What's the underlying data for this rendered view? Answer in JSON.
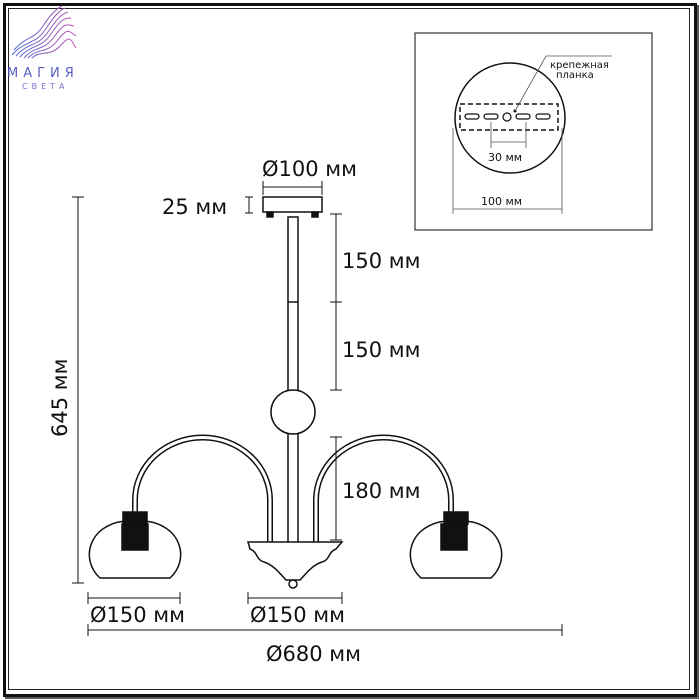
{
  "logo": {
    "line1": "МАГИЯ",
    "line2": "СВЕТА"
  },
  "dimensions": {
    "canopy_diameter": "Ø100 мм",
    "canopy_height": "25 мм",
    "rod_upper": "150 мм",
    "rod_lower": "150 мм",
    "arm_height": "180 мм",
    "total_height": "645 мм",
    "shade_diameter": "Ø150 мм",
    "bowl_diameter": "Ø150 мм",
    "total_width": "Ø680 мм"
  },
  "inset": {
    "bracket_label_line1": "крепежная",
    "bracket_label_line2": "планка",
    "hole_spacing": "30 мм",
    "plate_diameter": "100 мм"
  }
}
